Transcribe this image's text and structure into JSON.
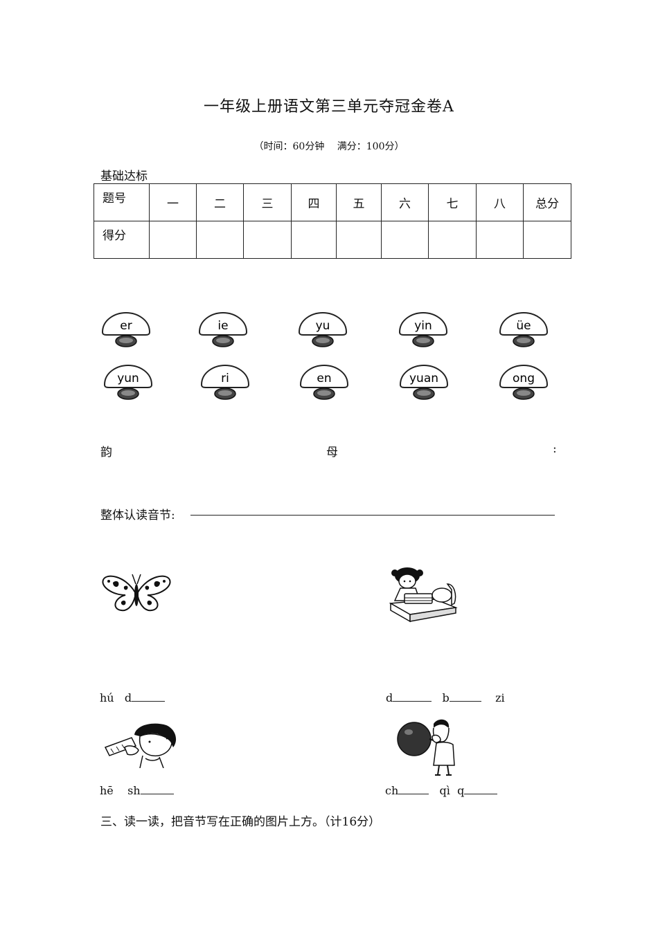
{
  "title": "一年级上册语文第三单元夺冠金卷A",
  "subtitle": "（时间：60分钟 满分：100分）",
  "section_label": "基础达标",
  "score_table": {
    "header_label": "题号",
    "columns": [
      "一",
      "二",
      "三",
      "四",
      "五",
      "六",
      "七",
      "八",
      "总分"
    ],
    "score_label": "得分"
  },
  "mushrooms": {
    "row1": [
      "er",
      "ie",
      "yu",
      "yin",
      "üe"
    ],
    "row2": [
      "yun",
      "ri",
      "en",
      "yuan",
      "ong"
    ]
  },
  "vowel_line": {
    "first": "韵",
    "second": "母",
    "colon": ":"
  },
  "whole_syllable_label": "整体认读音节:",
  "pictures": {
    "butterfly": {
      "icon": "butterfly-icon",
      "text1": "hú",
      "text2": "d"
    },
    "bed": {
      "icon": "girl-making-bed-icon",
      "text1": "d",
      "text2": "b",
      "text3": "zi"
    },
    "drink": {
      "icon": "boy-drinking-icon",
      "text1": "hē",
      "text2": "sh"
    },
    "balloon": {
      "icon": "boy-balloon-icon",
      "text1": "ch",
      "text2": "qì",
      "text3": "q"
    }
  },
  "question3": "三、读一读，把音节写在正确的图片上方。（计16分）"
}
